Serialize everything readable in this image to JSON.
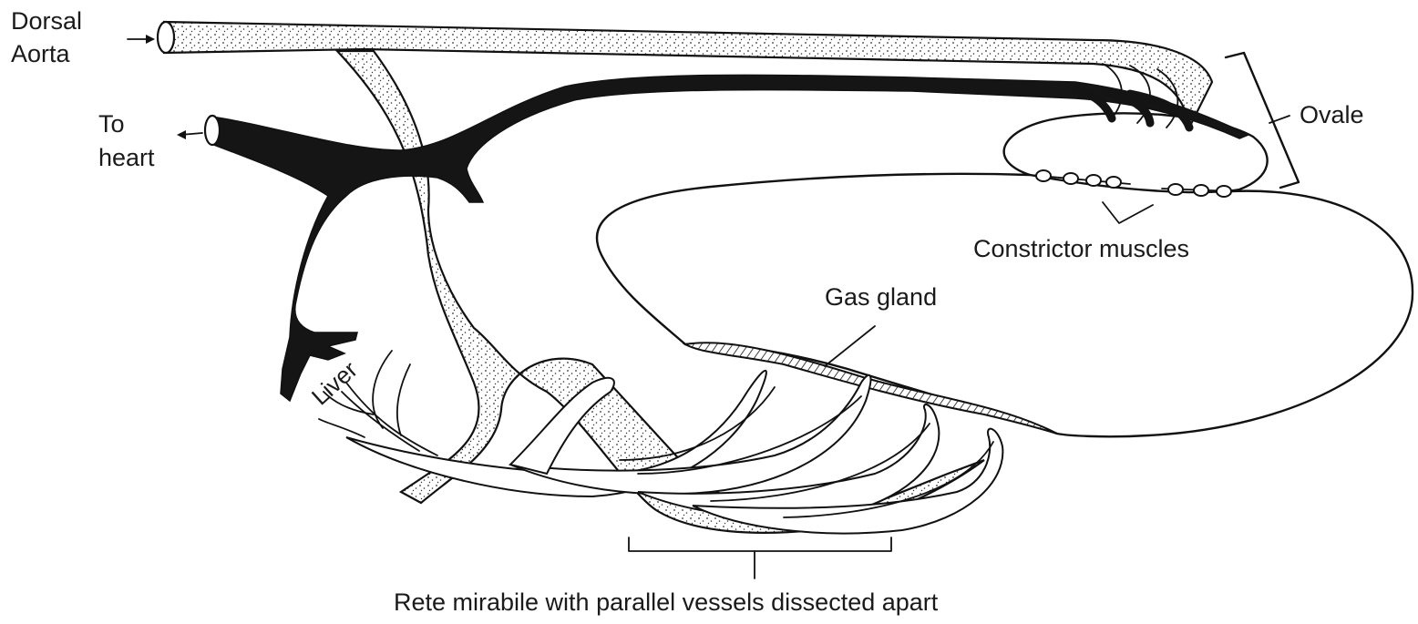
{
  "labels": {
    "dorsal_line1": "Dorsal",
    "dorsal_line2": "Aorta",
    "heart_line1": "To",
    "heart_line2": "heart",
    "ovale": "Ovale",
    "constrictor": "Constrictor muscles",
    "gas_gland": "Gas gland",
    "liver": "Liver",
    "rete": "Rete mirabile with parallel vessels dissected apart"
  },
  "colors": {
    "ink": "#111111",
    "background": "#ffffff",
    "stipple": "#333333"
  }
}
